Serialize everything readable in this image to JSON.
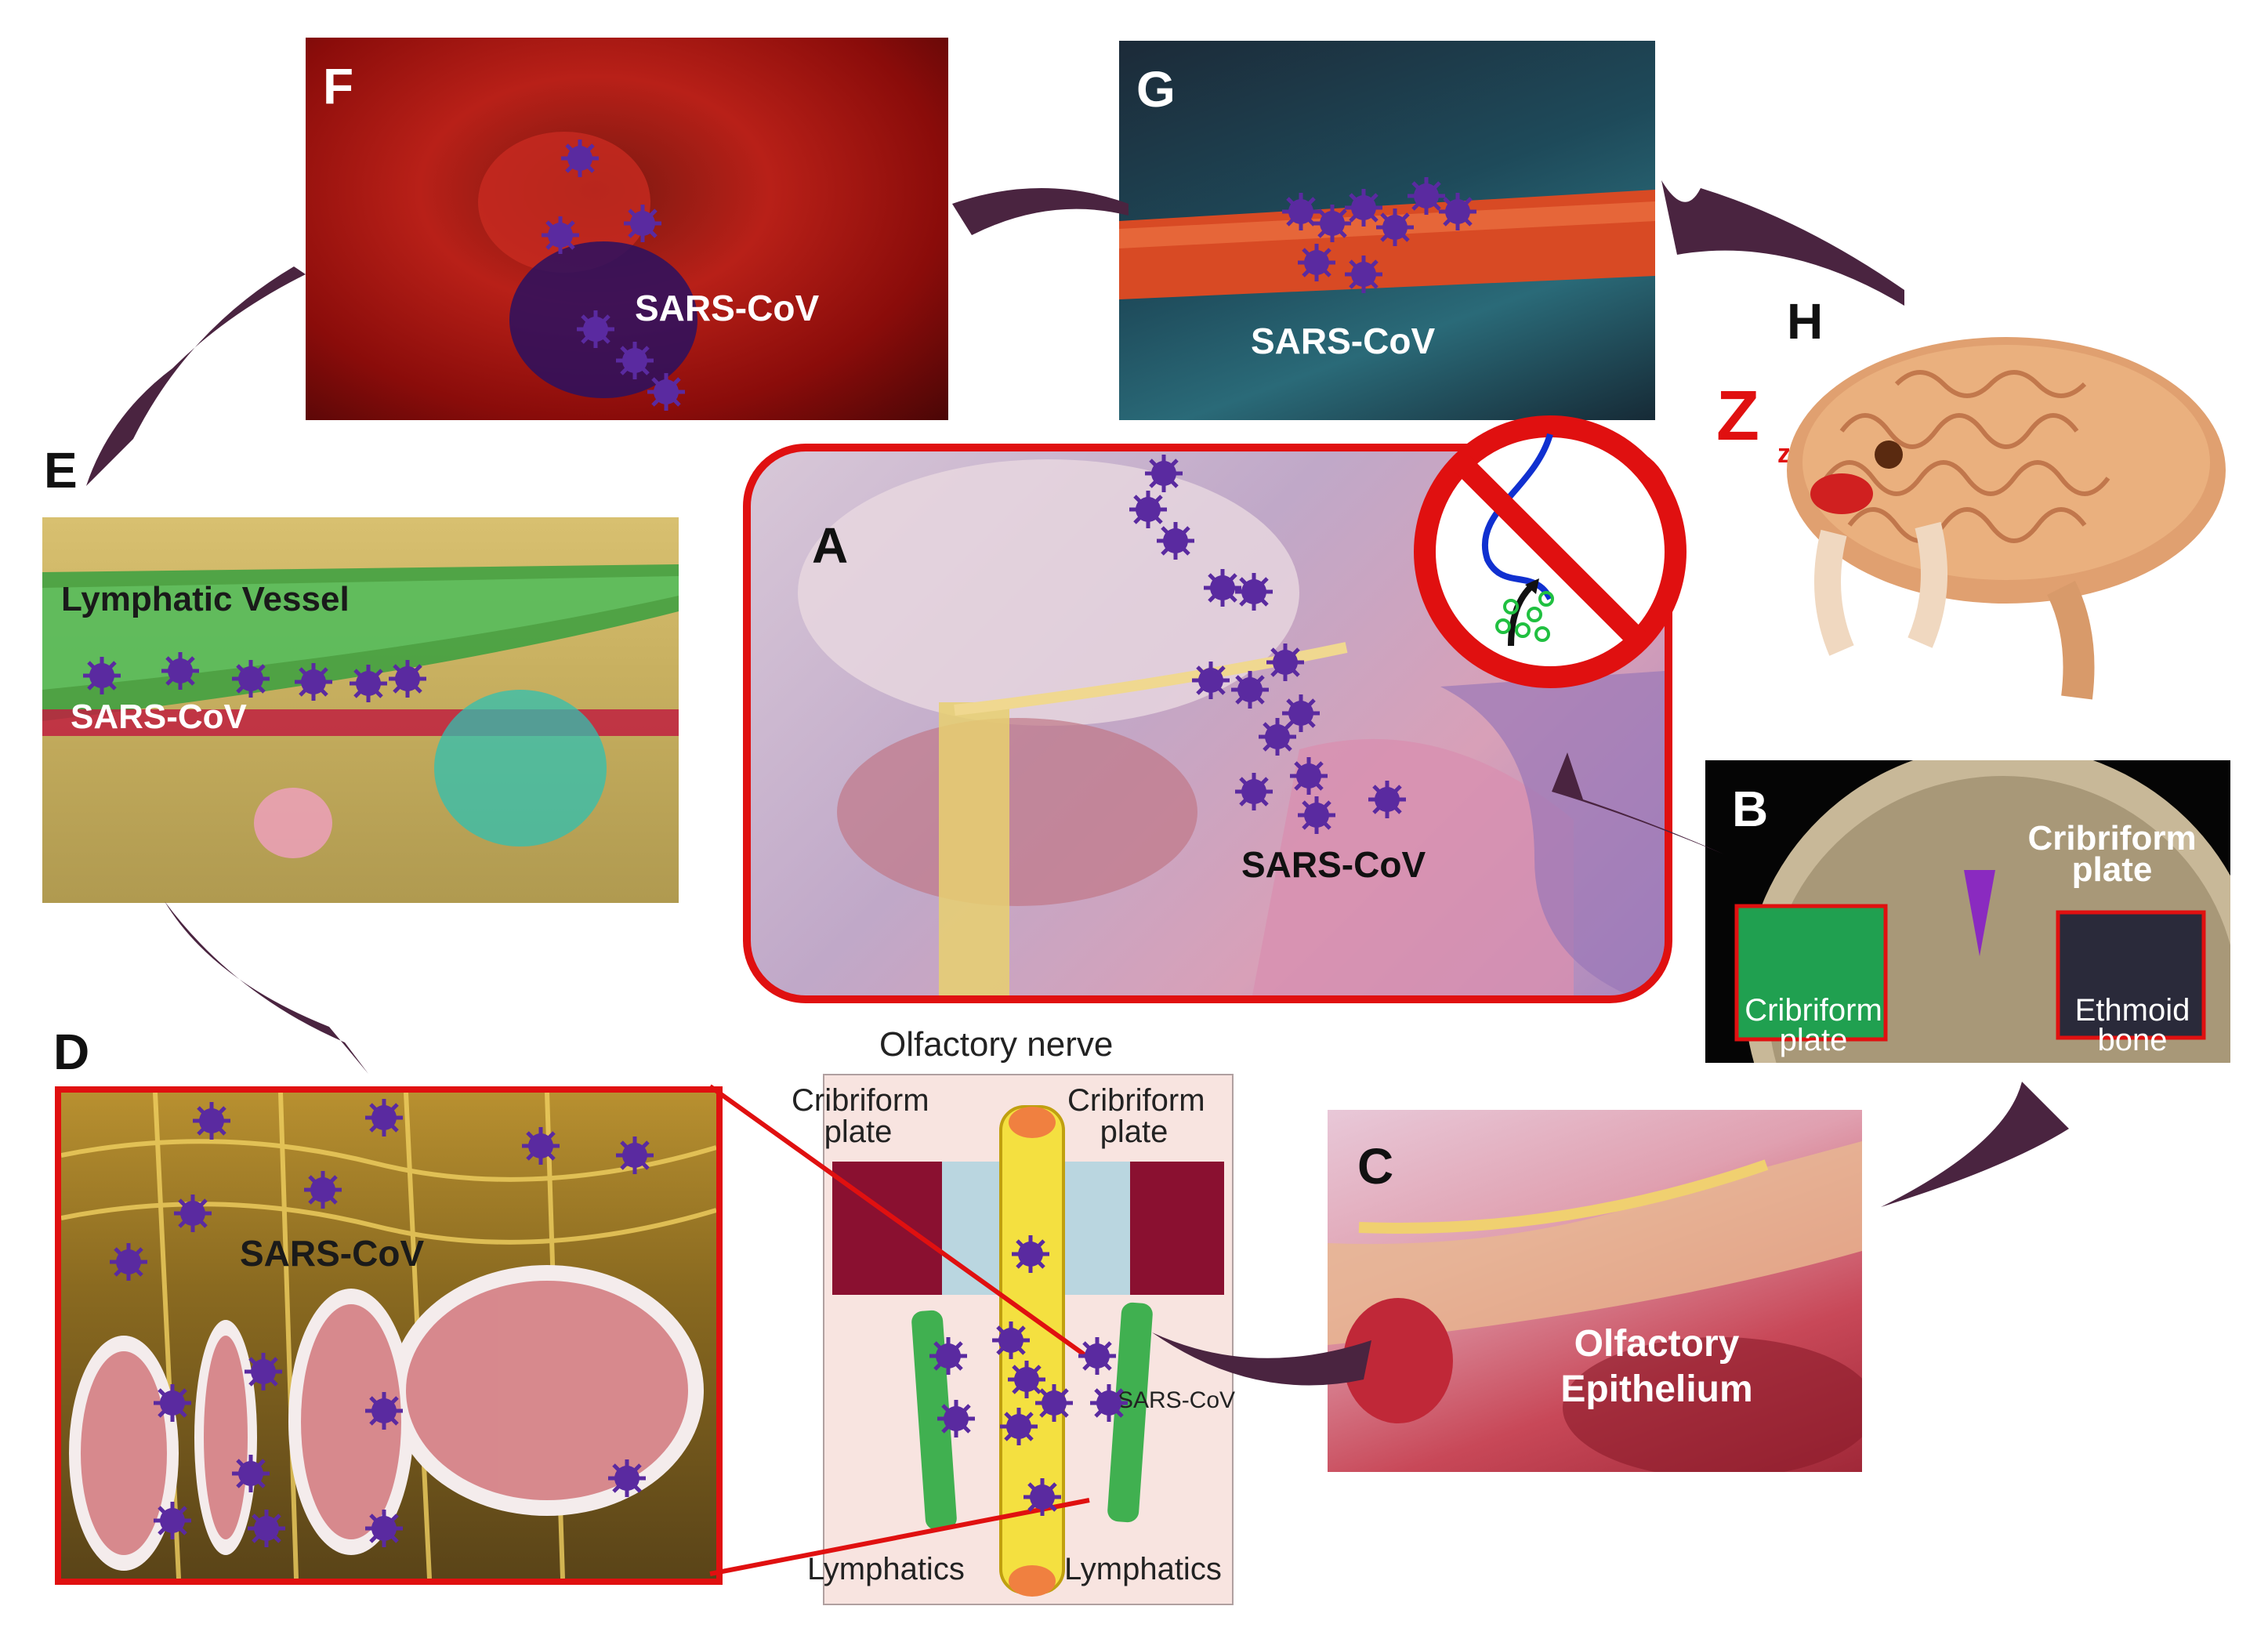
{
  "panels": {
    "A": {
      "letter": "A",
      "virus_label": "SARS-CoV"
    },
    "B": {
      "letter": "B",
      "cribriform_title": "Cribriform plate",
      "inset_left": "Cribriform plate",
      "inset_right": "Ethmoid bone"
    },
    "C": {
      "letter": "C",
      "label": "Olfactory Epithelium"
    },
    "D": {
      "letter": "D",
      "virus_label": "SARS-CoV"
    },
    "E": {
      "letter": "E",
      "vessel_label": "Lymphatic Vessel",
      "virus_label": "SARS-CoV"
    },
    "F": {
      "letter": "F",
      "virus_label": "SARS-CoV"
    },
    "G": {
      "letter": "G",
      "virus_label": "SARS-CoV"
    },
    "H": {
      "letter": "H",
      "sleep_glyph": "Z",
      "sleep_small": "z z"
    }
  },
  "schematic": {
    "title": "Olfactory nerve",
    "left_plate": "Cribriform plate",
    "right_plate": "Cribriform plate",
    "virus_label": "SARS-CoV",
    "bottom_left": "Lymphatics",
    "bottom_right": "Lymphatics"
  },
  "colors": {
    "frame_red": "#e01010",
    "arrow": "#4a2440",
    "virus": "#5a2aa0"
  }
}
